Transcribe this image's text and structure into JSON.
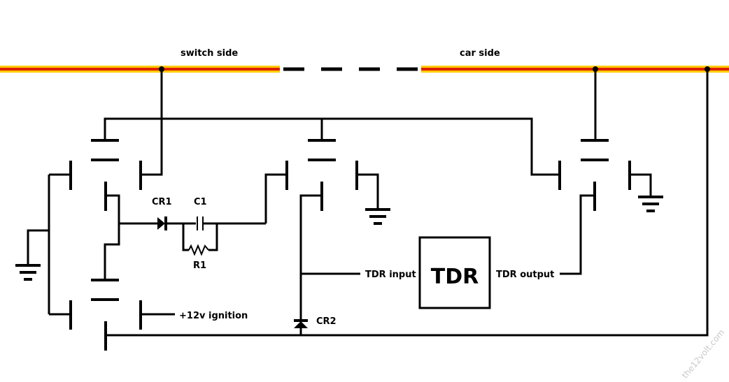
{
  "labels": {
    "switch_side": "switch side",
    "car_side": "car side",
    "cr1": "CR1",
    "c1": "C1",
    "r1": "R1",
    "cr2": "CR2",
    "tdr_input": "TDR input",
    "tdr_output": "TDR output",
    "tdr_box": "TDR",
    "ignition": "+12v ignition"
  },
  "watermark": "the12volt.com",
  "colors": {
    "wire_yellow": "#ffcc00",
    "wire_red": "#dd2200",
    "line": "#000000",
    "background": "#ffffff",
    "watermark": "#c8c8c8"
  }
}
